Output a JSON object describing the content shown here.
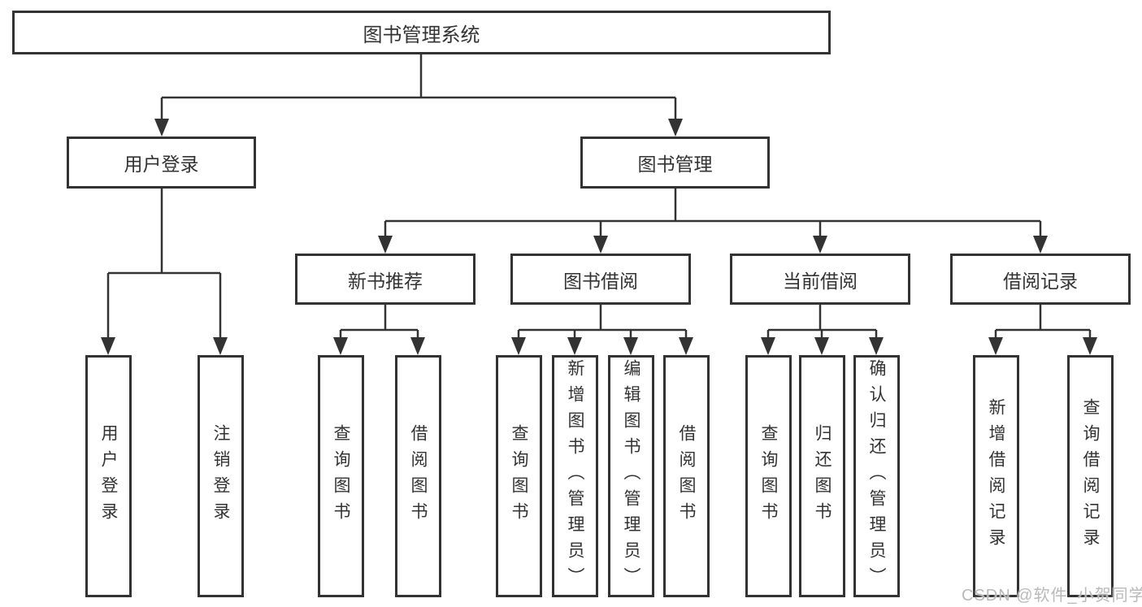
{
  "tree": {
    "root": "图书管理系统",
    "branches": [
      {
        "label": "用户登录",
        "children": [
          "用户登录",
          "注销登录"
        ]
      },
      {
        "label": "图书管理",
        "children": [
          {
            "label": "新书推荐",
            "children": [
              "查询图书",
              "借阅图书"
            ]
          },
          {
            "label": "图书借阅",
            "children": [
              "查询图书",
              "新增图书（管理员）",
              "编辑图书（管理员）",
              "借阅图书"
            ]
          },
          {
            "label": "当前借阅",
            "children": [
              "查询图书",
              "归还图书",
              "确认归还（管理员）"
            ]
          },
          {
            "label": "借阅记录",
            "children": [
              "新增借阅记录",
              "查询借阅记录"
            ]
          }
        ]
      }
    ]
  },
  "colors": {
    "line": "#333333",
    "box_border": "#333333",
    "text": "#333333",
    "watermark": "#b9b9b9",
    "background": "#ffffff"
  },
  "watermark": "CSDN @软件_小贺同学"
}
